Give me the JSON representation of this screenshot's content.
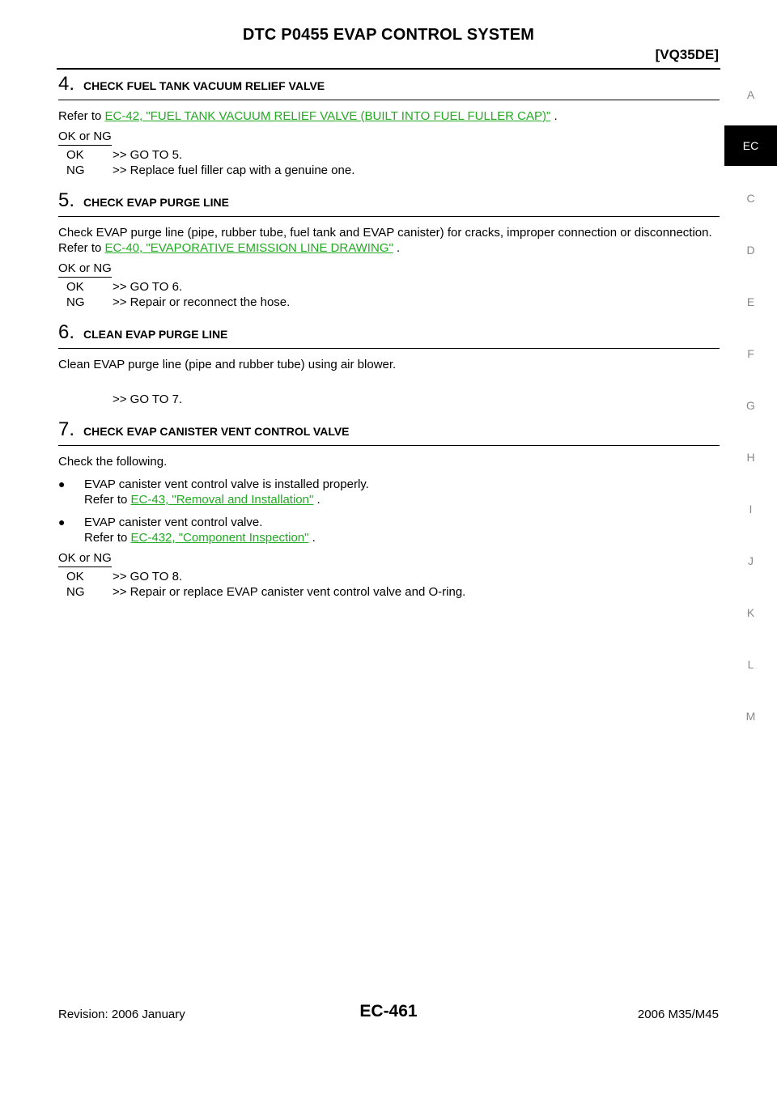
{
  "header": {
    "title": "DTC P0455 EVAP CONTROL SYSTEM",
    "model": "[VQ35DE]"
  },
  "side_tabs": [
    "A",
    "EC",
    "C",
    "D",
    "E",
    "F",
    "G",
    "H",
    "I",
    "J",
    "K",
    "L",
    "M"
  ],
  "active_tab": "EC",
  "steps": [
    {
      "num": "4.",
      "title": "CHECK FUEL TANK VACUUM RELIEF VALVE",
      "refer_prefix": "Refer to ",
      "refer_link": "EC-42, \"FUEL TANK VACUUM RELIEF VALVE (BUILT INTO FUEL FULLER CAP)\"",
      "refer_suffix": " .",
      "okng": "OK or NG",
      "ok_key": "OK",
      "ok_text": ">> GO TO 5.",
      "ng_key": "NG",
      "ng_text": ">> Replace fuel filler cap with a genuine one."
    },
    {
      "num": "5.",
      "title": "CHECK EVAP PURGE LINE",
      "body": "Check EVAP purge line (pipe, rubber tube, fuel tank and EVAP canister) for cracks, improper connection or disconnection.",
      "refer_prefix": "Refer to ",
      "refer_link": "EC-40, \"EVAPORATIVE EMISSION LINE DRAWING\"",
      "refer_suffix": " .",
      "okng": "OK or NG",
      "ok_key": "OK",
      "ok_text": ">> GO TO 6.",
      "ng_key": "NG",
      "ng_text": ">> Repair or reconnect the hose."
    },
    {
      "num": "6.",
      "title": "CLEAN EVAP PURGE LINE",
      "body": "Clean EVAP purge line (pipe and rubber tube) using air blower.",
      "goto": ">> GO TO 7."
    },
    {
      "num": "7.",
      "title": "CHECK EVAP CANISTER VENT CONTROL VALVE",
      "body": "Check the following.",
      "bullets": [
        {
          "text": "EVAP canister vent control valve is installed properly.",
          "refer_prefix": "Refer to ",
          "refer_link": "EC-43, \"Removal and Installation\"",
          "refer_suffix": " ."
        },
        {
          "text": "EVAP canister vent control valve.",
          "refer_prefix": "Refer to ",
          "refer_link": "EC-432, \"Component Inspection\"",
          "refer_suffix": " ."
        }
      ],
      "okng": "OK or NG",
      "ok_key": "OK",
      "ok_text": ">> GO TO 8.",
      "ng_key": "NG",
      "ng_text": ">> Repair or replace EVAP canister vent control valve and O-ring."
    }
  ],
  "footer": {
    "revision": "Revision: 2006 January",
    "page": "EC-461",
    "model_year": "2006 M35/M45"
  },
  "colors": {
    "link": "#22aa22",
    "tab_inactive": "#888888",
    "tab_active_bg": "#000000"
  }
}
